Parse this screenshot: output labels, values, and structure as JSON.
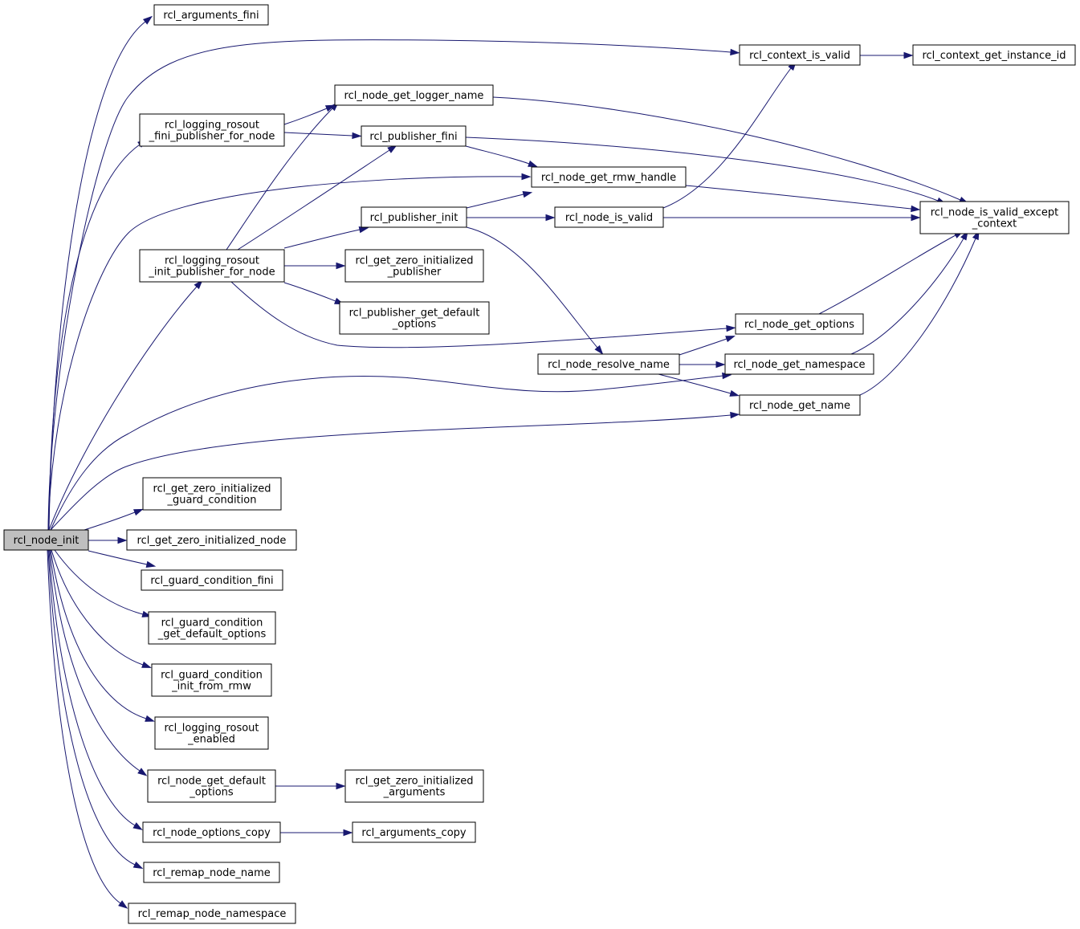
{
  "graph": {
    "root": "rcl_node_init",
    "nodes": [
      {
        "id": "init",
        "lines": [
          "rcl_node_init"
        ],
        "root": true
      },
      {
        "id": "args_fini",
        "lines": [
          "rcl_arguments_fini"
        ]
      },
      {
        "id": "ctx_valid",
        "lines": [
          "rcl_context_is_valid"
        ]
      },
      {
        "id": "ctx_inst",
        "lines": [
          "rcl_context_get_instance_id"
        ]
      },
      {
        "id": "get_logger",
        "lines": [
          "rcl_node_get_logger_name"
        ]
      },
      {
        "id": "log_fini",
        "lines": [
          "rcl_logging_rosout",
          "_fini_publisher_for_node"
        ]
      },
      {
        "id": "pub_fini",
        "lines": [
          "rcl_publisher_fini"
        ]
      },
      {
        "id": "rmw_handle",
        "lines": [
          "rcl_node_get_rmw_handle"
        ]
      },
      {
        "id": "pub_init",
        "lines": [
          "rcl_publisher_init"
        ]
      },
      {
        "id": "is_valid",
        "lines": [
          "rcl_node_is_valid"
        ]
      },
      {
        "id": "valid_except",
        "lines": [
          "rcl_node_is_valid_except",
          "_context"
        ]
      },
      {
        "id": "log_init",
        "lines": [
          "rcl_logging_rosout",
          "_init_publisher_for_node"
        ]
      },
      {
        "id": "zero_pub",
        "lines": [
          "rcl_get_zero_initialized",
          "_publisher"
        ]
      },
      {
        "id": "pub_defopt",
        "lines": [
          "rcl_publisher_get_default",
          "_options"
        ]
      },
      {
        "id": "get_options",
        "lines": [
          "rcl_node_get_options"
        ]
      },
      {
        "id": "resolve",
        "lines": [
          "rcl_node_resolve_name"
        ]
      },
      {
        "id": "get_ns",
        "lines": [
          "rcl_node_get_namespace"
        ]
      },
      {
        "id": "get_name",
        "lines": [
          "rcl_node_get_name"
        ]
      },
      {
        "id": "zero_gc",
        "lines": [
          "rcl_get_zero_initialized",
          "_guard_condition"
        ]
      },
      {
        "id": "zero_node",
        "lines": [
          "rcl_get_zero_initialized_node"
        ]
      },
      {
        "id": "gc_fini",
        "lines": [
          "rcl_guard_condition_fini"
        ]
      },
      {
        "id": "gc_defopt",
        "lines": [
          "rcl_guard_condition",
          "_get_default_options"
        ]
      },
      {
        "id": "gc_rmw",
        "lines": [
          "rcl_guard_condition",
          "_init_from_rmw"
        ]
      },
      {
        "id": "log_enabled",
        "lines": [
          "rcl_logging_rosout",
          "_enabled"
        ]
      },
      {
        "id": "node_defopt",
        "lines": [
          "rcl_node_get_default",
          "_options"
        ]
      },
      {
        "id": "zero_args",
        "lines": [
          "rcl_get_zero_initialized",
          "_arguments"
        ]
      },
      {
        "id": "opt_copy",
        "lines": [
          "rcl_node_options_copy"
        ]
      },
      {
        "id": "args_copy",
        "lines": [
          "rcl_arguments_copy"
        ]
      },
      {
        "id": "remap_name",
        "lines": [
          "rcl_remap_node_name"
        ]
      },
      {
        "id": "remap_ns",
        "lines": [
          "rcl_remap_node_namespace"
        ]
      }
    ],
    "edges": [
      {
        "from": "init",
        "to": "args_fini"
      },
      {
        "from": "init",
        "to": "ctx_valid"
      },
      {
        "from": "ctx_valid",
        "to": "ctx_inst"
      },
      {
        "from": "init",
        "to": "log_fini"
      },
      {
        "from": "log_fini",
        "to": "get_logger"
      },
      {
        "from": "log_fini",
        "to": "pub_fini"
      },
      {
        "from": "get_logger",
        "to": "valid_except"
      },
      {
        "from": "pub_fini",
        "to": "rmw_handle"
      },
      {
        "from": "pub_fini",
        "to": "valid_except"
      },
      {
        "from": "init",
        "to": "rmw_handle"
      },
      {
        "from": "rmw_handle",
        "to": "valid_except"
      },
      {
        "from": "pub_init",
        "to": "rmw_handle"
      },
      {
        "from": "pub_init",
        "to": "is_valid"
      },
      {
        "from": "pub_init",
        "to": "resolve"
      },
      {
        "from": "is_valid",
        "to": "ctx_valid"
      },
      {
        "from": "is_valid",
        "to": "valid_except"
      },
      {
        "from": "init",
        "to": "log_init"
      },
      {
        "from": "log_init",
        "to": "get_logger"
      },
      {
        "from": "log_init",
        "to": "pub_fini"
      },
      {
        "from": "log_init",
        "to": "pub_init"
      },
      {
        "from": "log_init",
        "to": "zero_pub"
      },
      {
        "from": "log_init",
        "to": "pub_defopt"
      },
      {
        "from": "log_init",
        "to": "get_options"
      },
      {
        "from": "get_options",
        "to": "valid_except"
      },
      {
        "from": "resolve",
        "to": "get_options"
      },
      {
        "from": "resolve",
        "to": "get_ns"
      },
      {
        "from": "resolve",
        "to": "get_name"
      },
      {
        "from": "get_ns",
        "to": "valid_except"
      },
      {
        "from": "get_name",
        "to": "valid_except"
      },
      {
        "from": "init",
        "to": "get_ns"
      },
      {
        "from": "init",
        "to": "get_name"
      },
      {
        "from": "init",
        "to": "zero_gc"
      },
      {
        "from": "init",
        "to": "zero_node"
      },
      {
        "from": "init",
        "to": "gc_fini"
      },
      {
        "from": "init",
        "to": "gc_defopt"
      },
      {
        "from": "init",
        "to": "gc_rmw"
      },
      {
        "from": "init",
        "to": "log_enabled"
      },
      {
        "from": "init",
        "to": "node_defopt"
      },
      {
        "from": "node_defopt",
        "to": "zero_args"
      },
      {
        "from": "init",
        "to": "opt_copy"
      },
      {
        "from": "opt_copy",
        "to": "args_copy"
      },
      {
        "from": "init",
        "to": "remap_name"
      },
      {
        "from": "init",
        "to": "remap_ns"
      }
    ]
  },
  "colors": {
    "edge": "#191970",
    "root_fill": "#bfbfbf",
    "node_fill": "#ffffff",
    "node_stroke": "#000000"
  }
}
